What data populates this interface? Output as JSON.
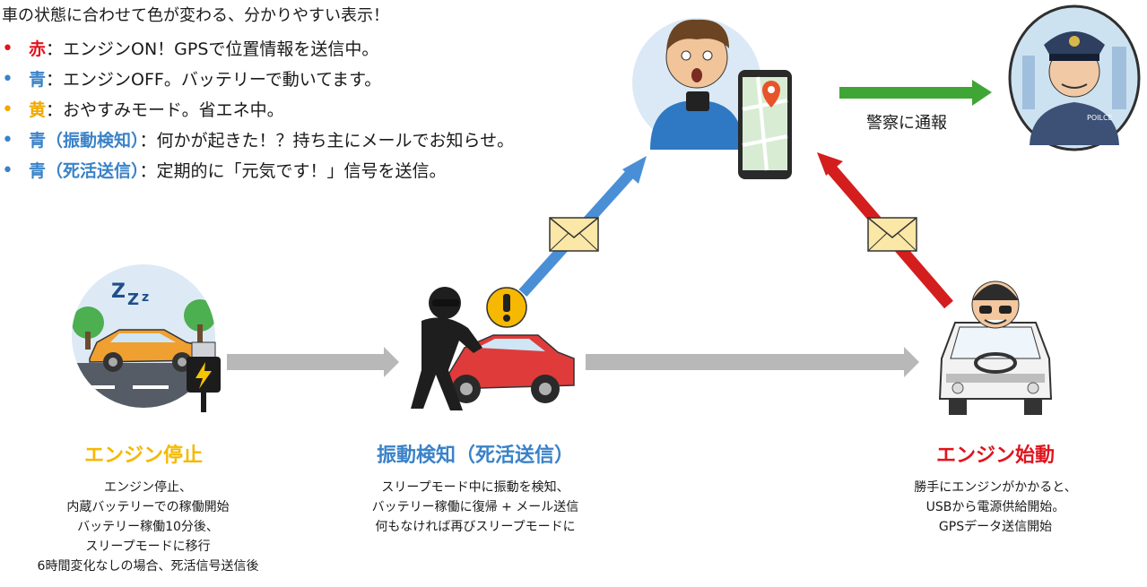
{
  "legend": {
    "intro": "車の状態に合わせて色が変わる、分かりやすい表示！",
    "items": [
      {
        "keyword": "赤",
        "text": "：エンジンON！GPSで位置情報を送信中。",
        "color": "#e0141e",
        "bullet_color": "#e0141e"
      },
      {
        "keyword": "青",
        "text": "：エンジンOFF。バッテリーで動いてます。",
        "color": "#3a82c8",
        "bullet_color": "#3a82c8"
      },
      {
        "keyword": "黄",
        "text": "：おやすみモード。省エネ中。",
        "color": "#f0a800",
        "bullet_color": "#f0a800"
      },
      {
        "keyword": "青（振動検知）",
        "text": "：何かが起きた！？持ち主にメールでお知らせ。",
        "color": "#3a82c8",
        "bullet_color": "#3a82c8"
      },
      {
        "keyword": "青（死活送信）",
        "text": "：定期的に「元気です！」信号を送信。",
        "color": "#3a82c8",
        "bullet_color": "#3a82c8"
      }
    ],
    "bullet": "•"
  },
  "stages": {
    "stop": {
      "title": "エンジン停止",
      "title_color": "#f5b800",
      "lines": [
        "エンジン停止、",
        "内蔵バッテリーでの稼働開始",
        "バッテリー稼働10分後、",
        "スリープモードに移行",
        "6時間変化なしの場合、死活信号送信後"
      ]
    },
    "vibration": {
      "title": "振動検知（死活送信）",
      "title_color": "#3a82c8",
      "lines": [
        "スリープモード中に振動を検知、",
        "バッテリー稼働に復帰 + メール送信",
        "何もなければ再びスリープモードに"
      ]
    },
    "start": {
      "title": "エンジン始動",
      "title_color": "#e0141e",
      "lines": [
        "勝手にエンジンがかかると、",
        "USBから電源供給開始。",
        "GPSデータ送信開始"
      ]
    }
  },
  "police": {
    "label": "警察に通報",
    "badge_text": "POILCE"
  },
  "colors": {
    "arrow_gray": "#b8b8b8",
    "arrow_blue": "#4a8fd6",
    "arrow_red": "#d41e1e",
    "arrow_green": "#3fa535",
    "envelope": "#fbe7a6"
  }
}
